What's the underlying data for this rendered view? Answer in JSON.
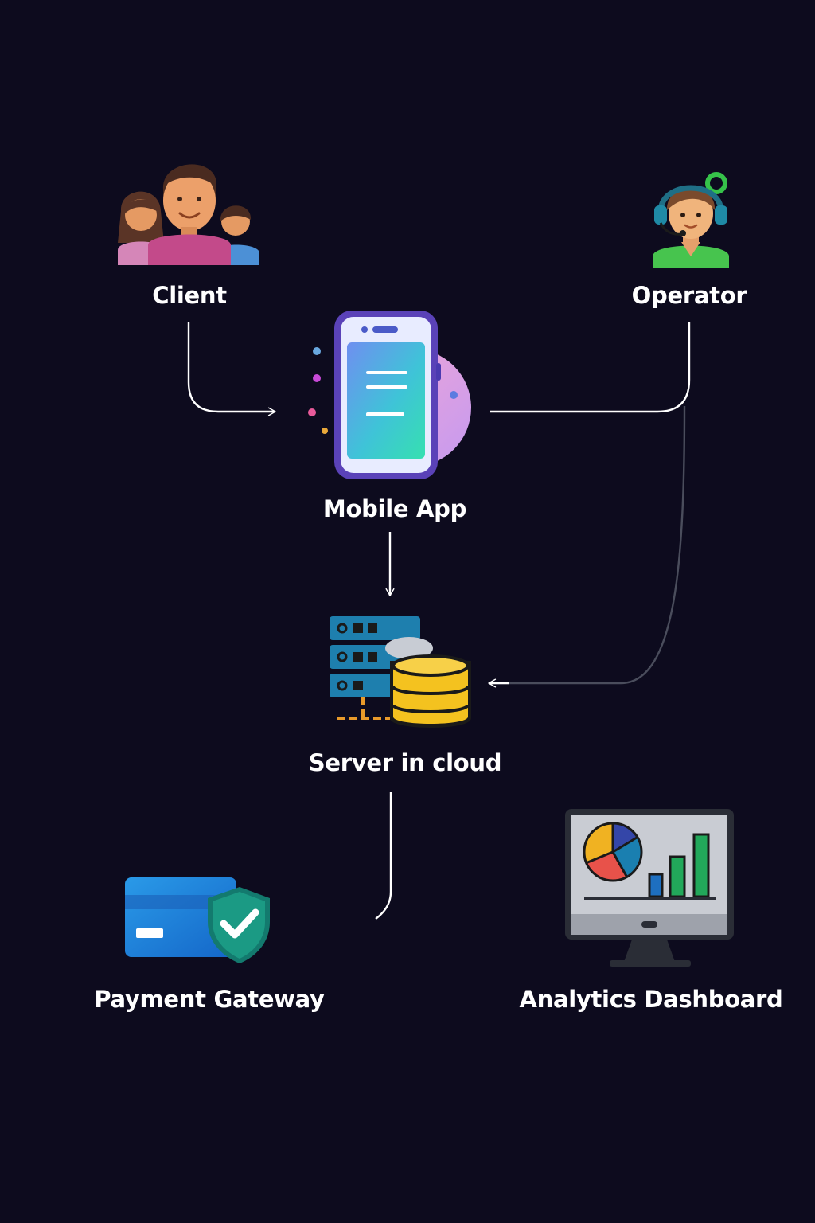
{
  "nodes": {
    "client": {
      "label": "Client",
      "icon": "family-icon"
    },
    "operator": {
      "label": "Operator",
      "icon": "headset-operator-icon"
    },
    "mobile_app": {
      "label": "Mobile App",
      "icon": "smartphone-icon"
    },
    "server": {
      "label": "Server in cloud",
      "icon": "server-database-icon"
    },
    "payment": {
      "label": "Payment Gateway",
      "icon": "credit-card-shield-icon"
    },
    "analytics": {
      "label": "Analytics Dashboard",
      "icon": "monitor-chart-icon"
    }
  },
  "edges": [
    {
      "from": "Client",
      "to": "Mobile App"
    },
    {
      "from": "Mobile App",
      "to": "Operator"
    },
    {
      "from": "Mobile App",
      "to": "Server in cloud"
    },
    {
      "from": "Operator",
      "to": "Server in cloud"
    },
    {
      "from": "Server in cloud",
      "to": "Payment Gateway"
    }
  ],
  "colors": {
    "background": "#0d0b1e",
    "line": "#ffffff",
    "text": "#ffffff"
  }
}
